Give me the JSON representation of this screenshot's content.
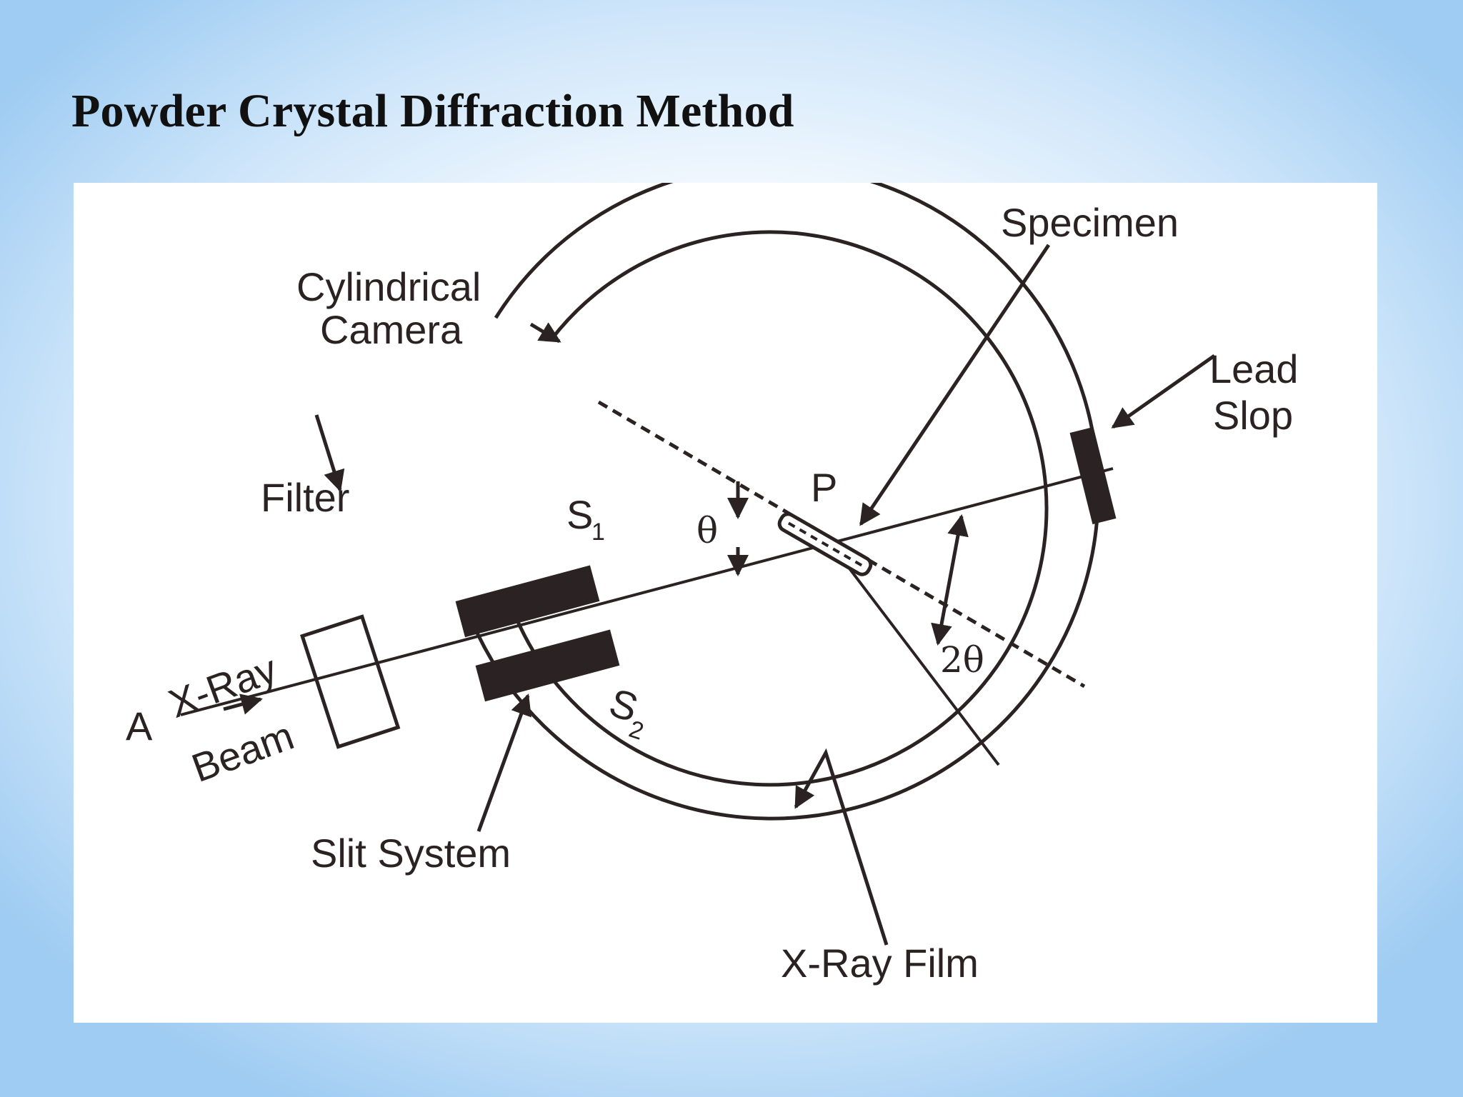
{
  "slide": {
    "title": "Powder Crystal Diffraction Method"
  },
  "diagram": {
    "labels": {
      "specimen": "Specimen",
      "cylindrical_camera_line1": "Cylindrical",
      "cylindrical_camera_line2": "Camera",
      "lead_line1": "Lead",
      "lead_line2": "Slop",
      "filter": "Filter",
      "s1": "S",
      "s1_sub": "1",
      "s2": "S",
      "s2_sub": "2",
      "p": "P",
      "theta": "θ",
      "two_theta": "2θ",
      "xray_line1": "X-Ray",
      "xray_line2": "Beam",
      "a": "A",
      "slit_system": "Slit System",
      "xray_film": "X-Ray Film"
    },
    "colors": {
      "ink": "#2b2223",
      "panel": "#ffffff"
    }
  }
}
